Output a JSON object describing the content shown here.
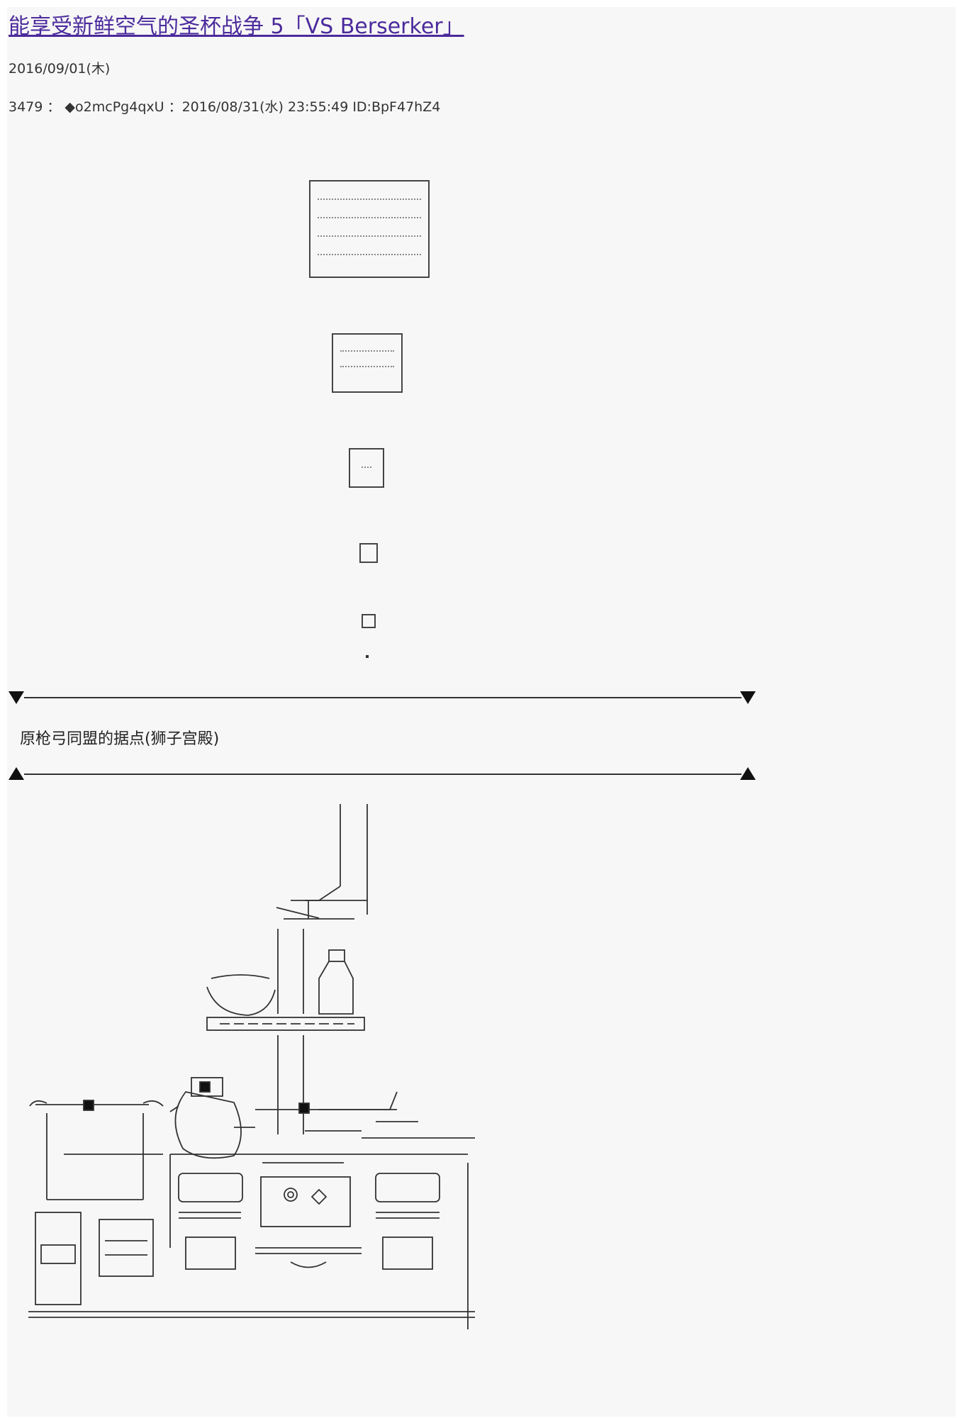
{
  "title": "能享受新鲜空气的圣杯战争 5「VS Berserker」",
  "date": "2016/09/01(木)",
  "post_header": "3479 ： ◆o2mcPg4qxU ：2016/08/31(水) 23:55:49 ID:BpF47hZ4",
  "scene_label": "原枪弓同盟的据点(狮子宫殿)"
}
